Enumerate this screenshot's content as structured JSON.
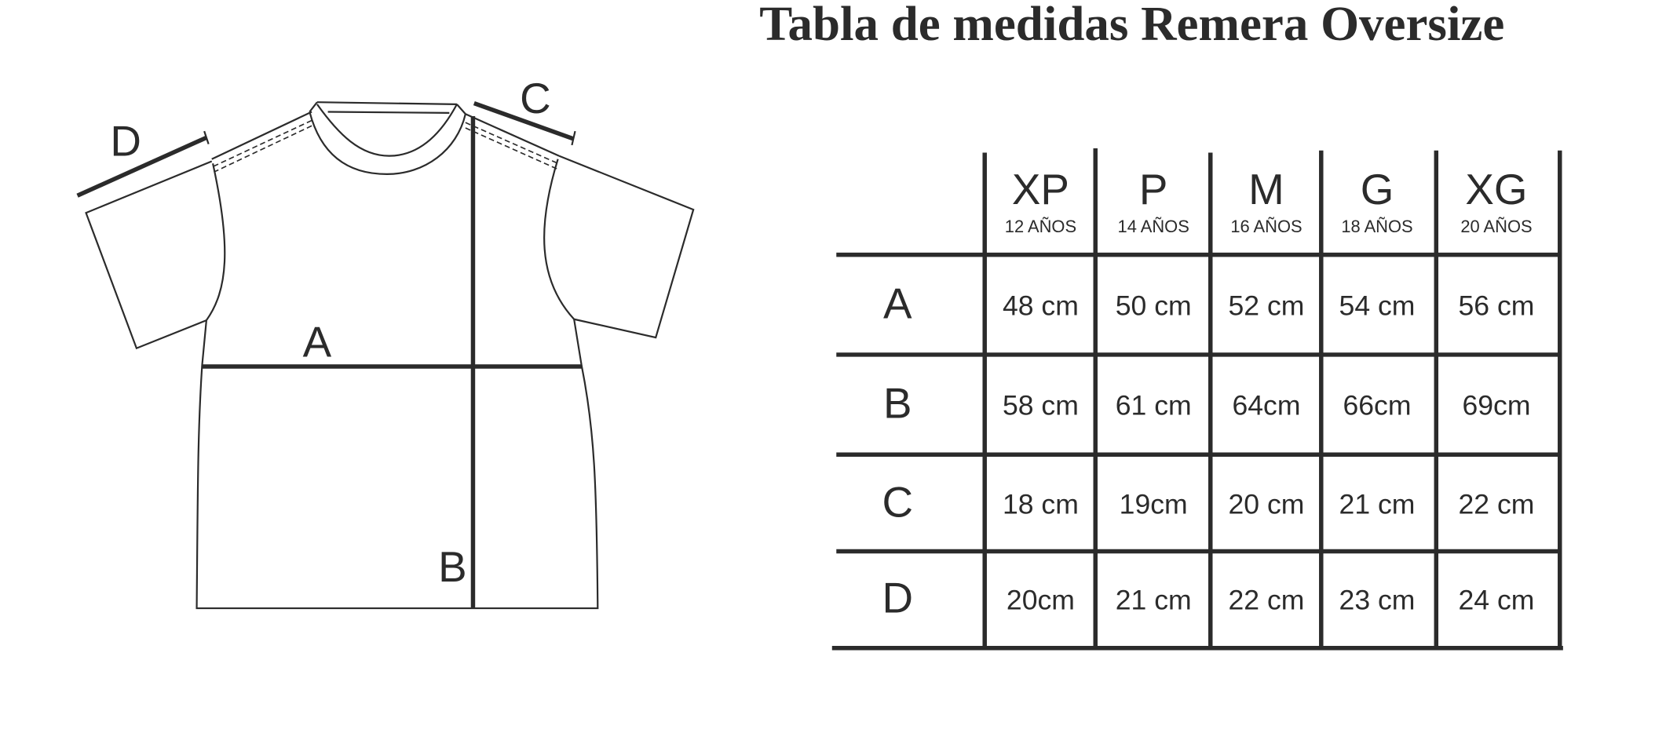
{
  "title": "Tabla de medidas Remera Oversize",
  "diagram": {
    "labels": {
      "A": "A",
      "B": "B",
      "C": "C",
      "D": "D"
    }
  },
  "table": {
    "columns": [
      {
        "size": "XP",
        "age": "12 AÑOS"
      },
      {
        "size": "P",
        "age": "14 AÑOS"
      },
      {
        "size": "M",
        "age": "16 AÑOS"
      },
      {
        "size": "G",
        "age": "18 AÑOS"
      },
      {
        "size": "XG",
        "age": "20  AÑOS"
      }
    ],
    "rows": [
      {
        "label": "A",
        "values": [
          "48 cm",
          "50 cm",
          "52 cm",
          "54 cm",
          "56 cm"
        ]
      },
      {
        "label": "B",
        "values": [
          "58 cm",
          "61 cm",
          "64cm",
          "66cm",
          "69cm"
        ]
      },
      {
        "label": "C",
        "values": [
          "18 cm",
          "19cm",
          "20 cm",
          "21 cm",
          "22 cm"
        ]
      },
      {
        "label": "D",
        "values": [
          "20cm",
          "21 cm",
          "22 cm",
          "23 cm",
          "24 cm"
        ]
      }
    ]
  }
}
